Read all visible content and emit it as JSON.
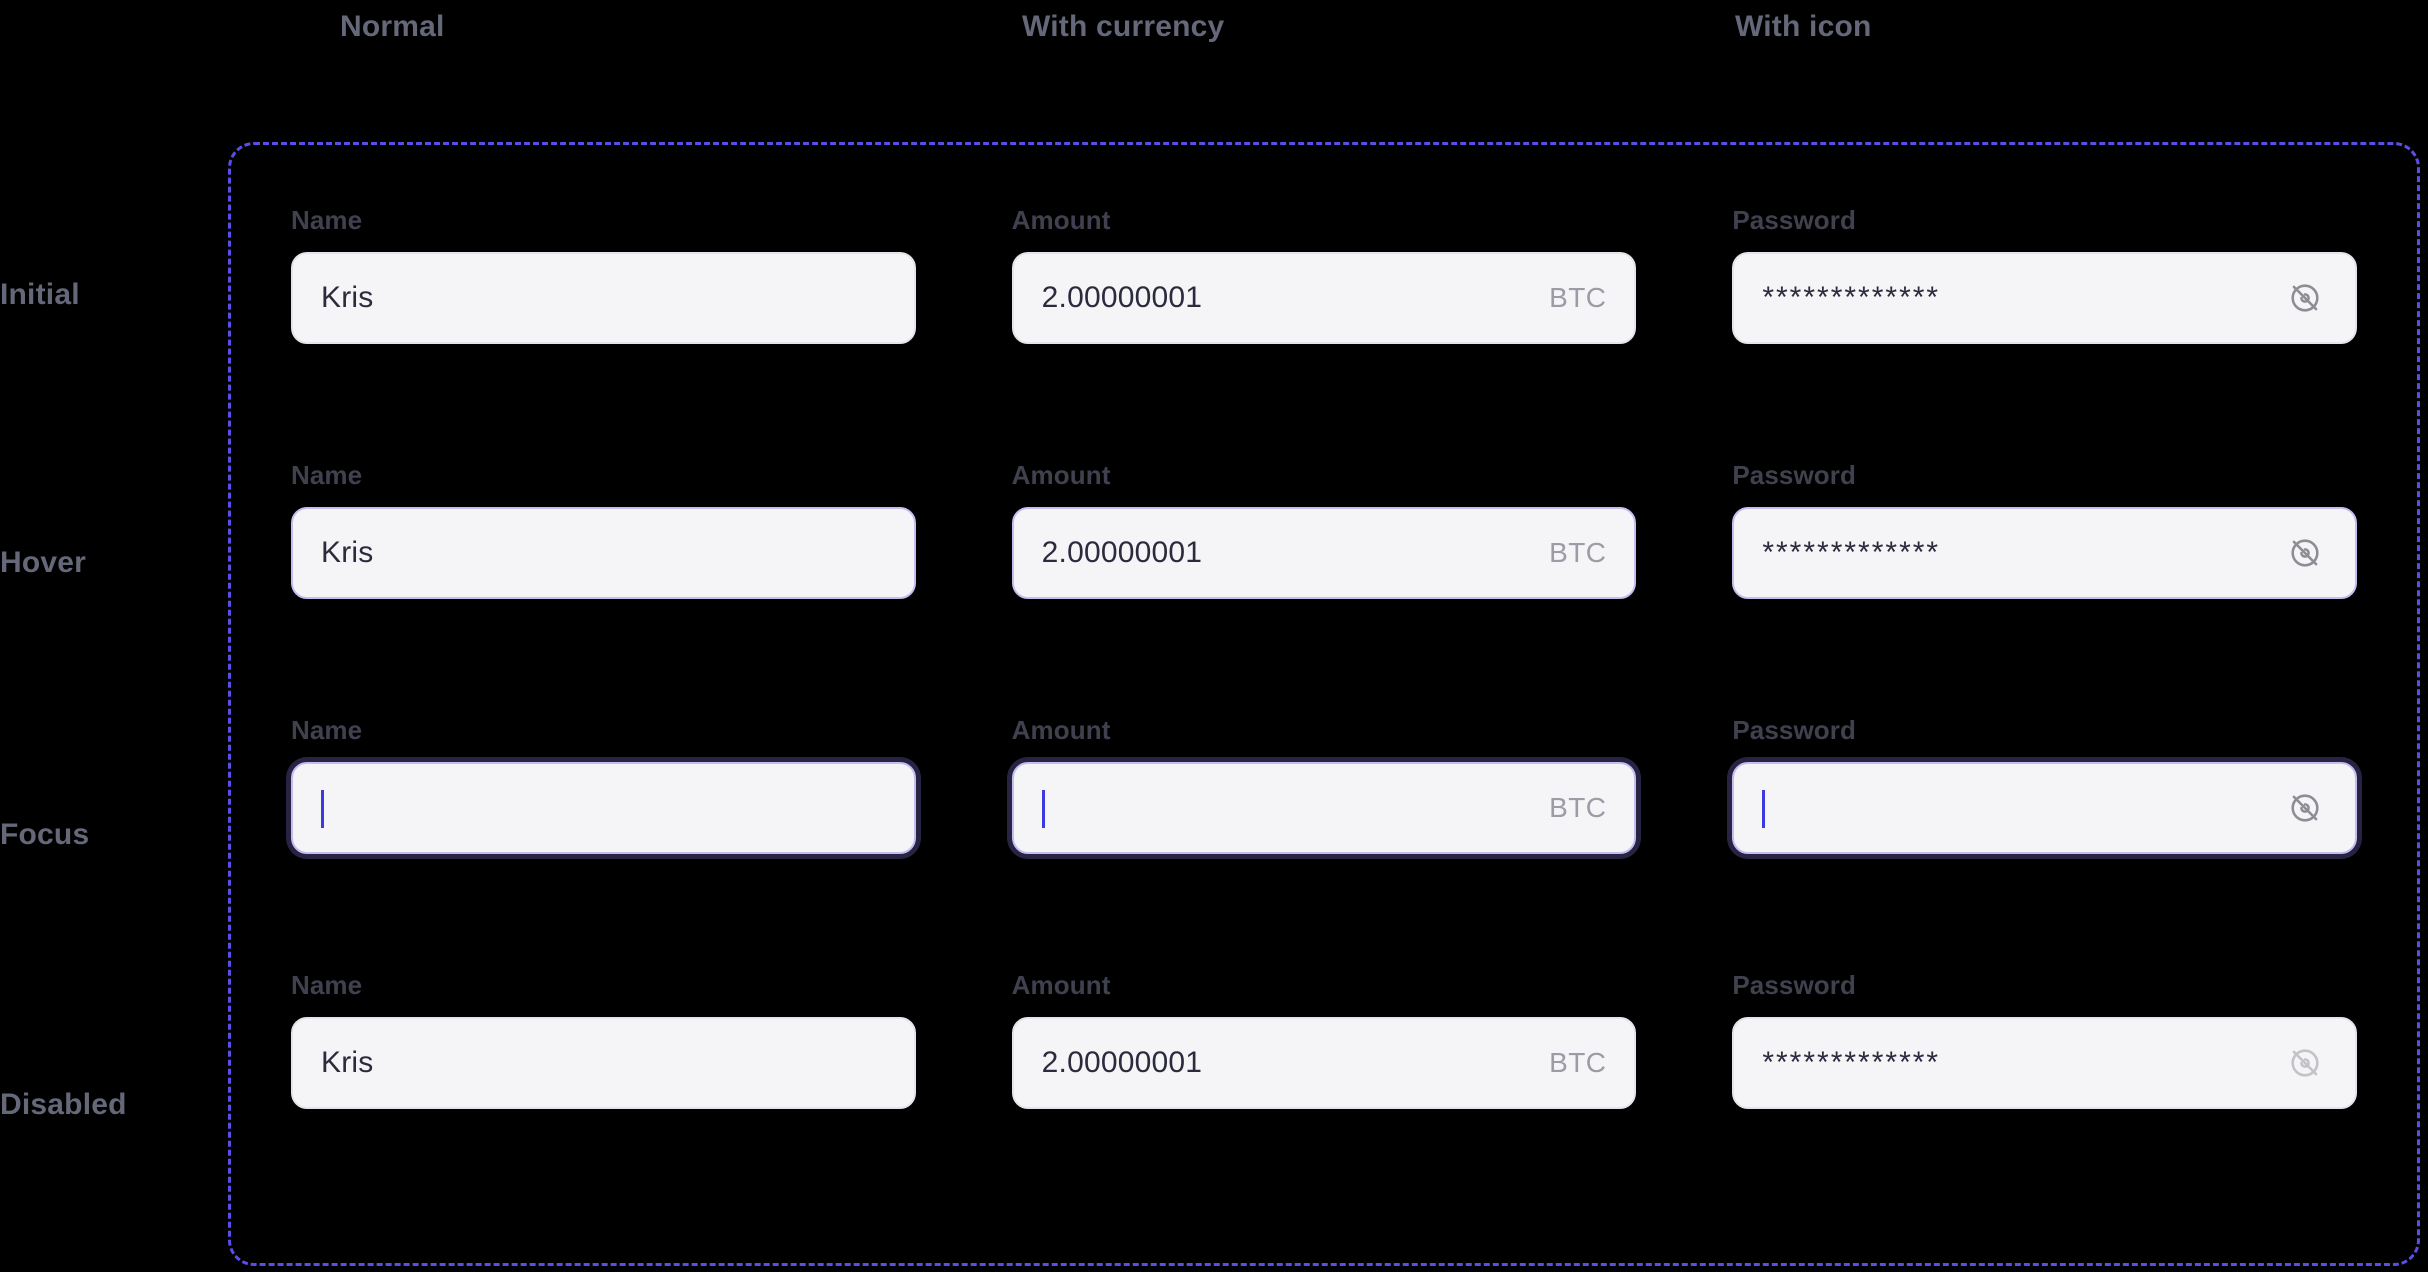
{
  "columns": [
    {
      "id": "normal",
      "title": "Normal"
    },
    {
      "id": "with-currency",
      "title": "With currency"
    },
    {
      "id": "with-icon",
      "title": "With icon"
    }
  ],
  "rows": [
    {
      "id": "initial",
      "title": "Initial"
    },
    {
      "id": "hover",
      "title": "Hover"
    },
    {
      "id": "focus",
      "title": "Focus"
    },
    {
      "id": "disabled",
      "title": "Disabled"
    }
  ],
  "colors": {
    "accent": "#5b4ee8",
    "field_background": "#f5f5f7",
    "field_border": "#e4e4ea",
    "field_border_hover": "#c3bdf0",
    "value_text": "#2b2b3d",
    "label_text": "#40414f",
    "muted_text": "#9c9ca6",
    "caret": "#3b3ae0"
  },
  "cells": {
    "initial": {
      "normal": {
        "label": "Name",
        "value": "Kris",
        "placeholder": "Name",
        "state": "initial"
      },
      "with_currency": {
        "label": "Amount",
        "value": "2.00000001",
        "suffix": "BTC",
        "placeholder": "Amount",
        "state": "initial"
      },
      "with_icon": {
        "label": "Password",
        "value": "*************",
        "placeholder": "Password",
        "icon": "eye-off-icon",
        "state": "initial"
      }
    },
    "hover": {
      "normal": {
        "label": "Name",
        "value": "Kris",
        "placeholder": "Name",
        "state": "hover"
      },
      "with_currency": {
        "label": "Amount",
        "value": "2.00000001",
        "suffix": "BTC",
        "placeholder": "Amount",
        "state": "hover"
      },
      "with_icon": {
        "label": "Password",
        "value": "*************",
        "placeholder": "Password",
        "icon": "eye-off-icon",
        "state": "hover"
      }
    },
    "focus": {
      "normal": {
        "label": "Name",
        "value": "",
        "placeholder": "Name",
        "state": "focus"
      },
      "with_currency": {
        "label": "Amount",
        "value": "",
        "suffix": "BTC",
        "placeholder": "Amount",
        "state": "focus"
      },
      "with_icon": {
        "label": "Password",
        "value": "",
        "placeholder": "Password",
        "icon": "eye-off-icon",
        "state": "focus"
      }
    },
    "disabled": {
      "normal": {
        "label": "Name",
        "value": "Kris",
        "placeholder": "Name",
        "state": "disabled"
      },
      "with_currency": {
        "label": "Amount",
        "value": "2.00000001",
        "suffix": "BTC",
        "placeholder": "Amount",
        "state": "disabled"
      },
      "with_icon": {
        "label": "Password",
        "value": "*************",
        "placeholder": "Password",
        "icon": "eye-off-icon",
        "state": "disabled"
      }
    }
  }
}
